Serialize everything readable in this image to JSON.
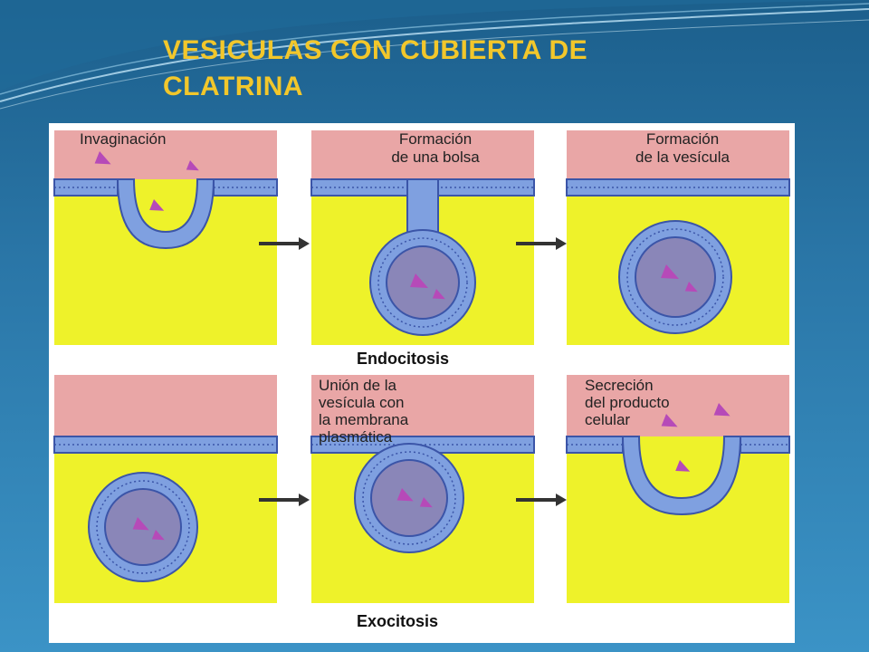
{
  "slide": {
    "title": "VESICULAS CON CUBIERTA DE CLATRINA"
  },
  "figure": {
    "endocytosis": {
      "caption": "Endocitosis",
      "panels": [
        {
          "label_line1": "Invaginación",
          "label_line2": ""
        },
        {
          "label_line1": "Formación",
          "label_line2": "de una bolsa"
        },
        {
          "label_line1": "Formación",
          "label_line2": "de la vesícula"
        }
      ]
    },
    "exocytosis": {
      "caption": "Exocitosis",
      "panels": [
        {
          "label_line1": "",
          "label_line2": "",
          "label_line3": "",
          "label_line4": ""
        },
        {
          "label_line1": "Unión de la",
          "label_line2": "vesícula con",
          "label_line3": "la membrana",
          "label_line4": "plasmática"
        },
        {
          "label_line1": "Secreción",
          "label_line2": "del producto",
          "label_line3": "celular",
          "label_line4": ""
        }
      ]
    },
    "colors": {
      "extracellular": "#e9a6a6",
      "cytoplasm": "#eef22a",
      "membrane": "#7fa0e0",
      "membrane_dark": "#3b55a8",
      "cargo": "#b64ab8"
    }
  }
}
